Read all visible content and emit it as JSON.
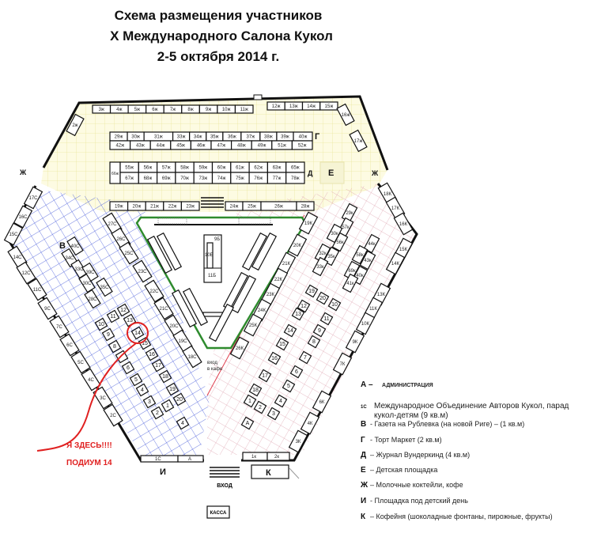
{
  "title": {
    "line1": "Схема размещения участников",
    "line2": "Х Международного Салона Кукол",
    "line3": "2-5 октября 2014 г."
  },
  "zones": {
    "g": "Г",
    "d": "Д",
    "e": "Е",
    "zh_left": "Ж",
    "zh_right": "Ж",
    "v": "В",
    "i": "И",
    "k": "К",
    "entrance": "ВХОД",
    "kassa": "КАССА",
    "cafe_entrance_1": "вход",
    "cafe_entrance_2": "в кафе"
  },
  "colors": {
    "yellow_zone": "#fdfbe2",
    "blue_grid": "#3a4fd8",
    "pink_grid": "#e0a8b4",
    "green_outline": "#2e8b2e",
    "marker": "#e02020"
  },
  "stands": {
    "top_row_a": [
      "3ж",
      "4ж",
      "5ж",
      "6ж",
      "7ж",
      "8ж",
      "9ж",
      "10ж",
      "11ж"
    ],
    "top_row_b": [
      "12ж",
      "13ж",
      "14ж",
      "15ж"
    ],
    "corner_top": [
      "2ж",
      "16ж",
      "17ж"
    ],
    "row1_upper": [
      "29ж",
      "30ж",
      "31ж",
      "33ж",
      "34ж",
      "35ж",
      "36ж",
      "37ж",
      "38ж",
      "39ж",
      "40ж"
    ],
    "row1_lower": [
      "42ж",
      "43ж",
      "44ж",
      "45ж",
      "46ж",
      "47ж",
      "48ж",
      "49ж",
      "51ж",
      "52ж"
    ],
    "row2_side": "66ж",
    "row2_upper": [
      "55ж",
      "56ж",
      "57ж",
      "58ж",
      "59ж",
      "60ж",
      "61ж",
      "62ж",
      "63ж",
      "65ж"
    ],
    "row2_lower": [
      "67ж",
      "68ж",
      "69ж",
      "70ж",
      "73ж",
      "74ж",
      "75ж",
      "76ж",
      "77ж",
      "78ж"
    ],
    "row3_left": [
      "19ж",
      "20ж",
      "21ж",
      "22ж",
      "23ж"
    ],
    "row3_right": [
      "24ж",
      "25ж",
      "26ж",
      "28ж"
    ],
    "left_outer": [
      "17С",
      "16С",
      "15С",
      "14С",
      "12С",
      "11С",
      "9С",
      "7С",
      "6С",
      "5С",
      "4С",
      "3С",
      "2С"
    ],
    "left_inner": [
      "27С",
      "26С",
      "25С",
      "23С",
      "22С",
      "21С",
      "20С",
      "19С",
      "18С"
    ],
    "block_v": [
      "40С",
      "34С",
      "33С",
      "39С",
      "30С",
      "35С",
      "28С"
    ],
    "left_podiums": [
      "10",
      "11",
      "12",
      "13",
      "14",
      "15",
      "16",
      "17",
      "18",
      "19",
      "20",
      "9",
      "8",
      "6",
      "5",
      "4",
      "3",
      "2",
      "1",
      "4"
    ],
    "right_outer": [
      "18К",
      "17К",
      "16К",
      "15К",
      "14К",
      "13К",
      "11К",
      "10К",
      "9К",
      "7К",
      "6К",
      "4К",
      "3К"
    ],
    "right_inner": [
      "19К",
      "20К",
      "21К",
      "22К",
      "23К",
      "24К",
      "25К",
      "26К"
    ],
    "right_blocks": [
      "29к",
      "57к",
      "30к",
      "56к",
      "32к",
      "35к",
      "33к",
      "44к",
      "58к",
      "43к",
      "69к",
      "40к",
      "41к"
    ],
    "right_podiums": [
      "19",
      "20",
      "10",
      "12",
      "13",
      "11",
      "14",
      "9",
      "8",
      "15",
      "7",
      "16",
      "6",
      "17",
      "5",
      "18",
      "4",
      "1",
      "2",
      "3",
      "А"
    ],
    "center": [
      "9Б",
      "10Б",
      "11Б"
    ],
    "bottom_left": [
      "1С",
      "А"
    ],
    "bottom_right": [
      "1к",
      "2к"
    ]
  },
  "marker": {
    "text1": "Я ЗДЕСЬ!!!!",
    "text2": "ПОДИУМ 14"
  },
  "legend": [
    {
      "key": "А –",
      "text": "АДМИНИСТРАЦИЯ"
    },
    {
      "key": "1С",
      "text": "Международное Объединение Авторов Кукол, парад",
      "text2": "кукол-детям (9 кв.м)"
    },
    {
      "key": "В",
      "text": "- Газета на Рублевка (на новой Риге) – (1 кв.м)"
    },
    {
      "key": "Г",
      "text": "- Торт Маркет (2 кв.м)"
    },
    {
      "key": "Д",
      "text": "– Журнал Вундеркинд (4 кв.м)"
    },
    {
      "key": "Е",
      "text": "– Детская площадка"
    },
    {
      "key": "Ж",
      "text": "– Молочные коктейли, кофе"
    },
    {
      "key": "И",
      "text": " - Площадка под детский день"
    },
    {
      "key": "К",
      "text": "– Кофейня (шоколадные фонтаны, пирожные, фрукты)"
    }
  ]
}
